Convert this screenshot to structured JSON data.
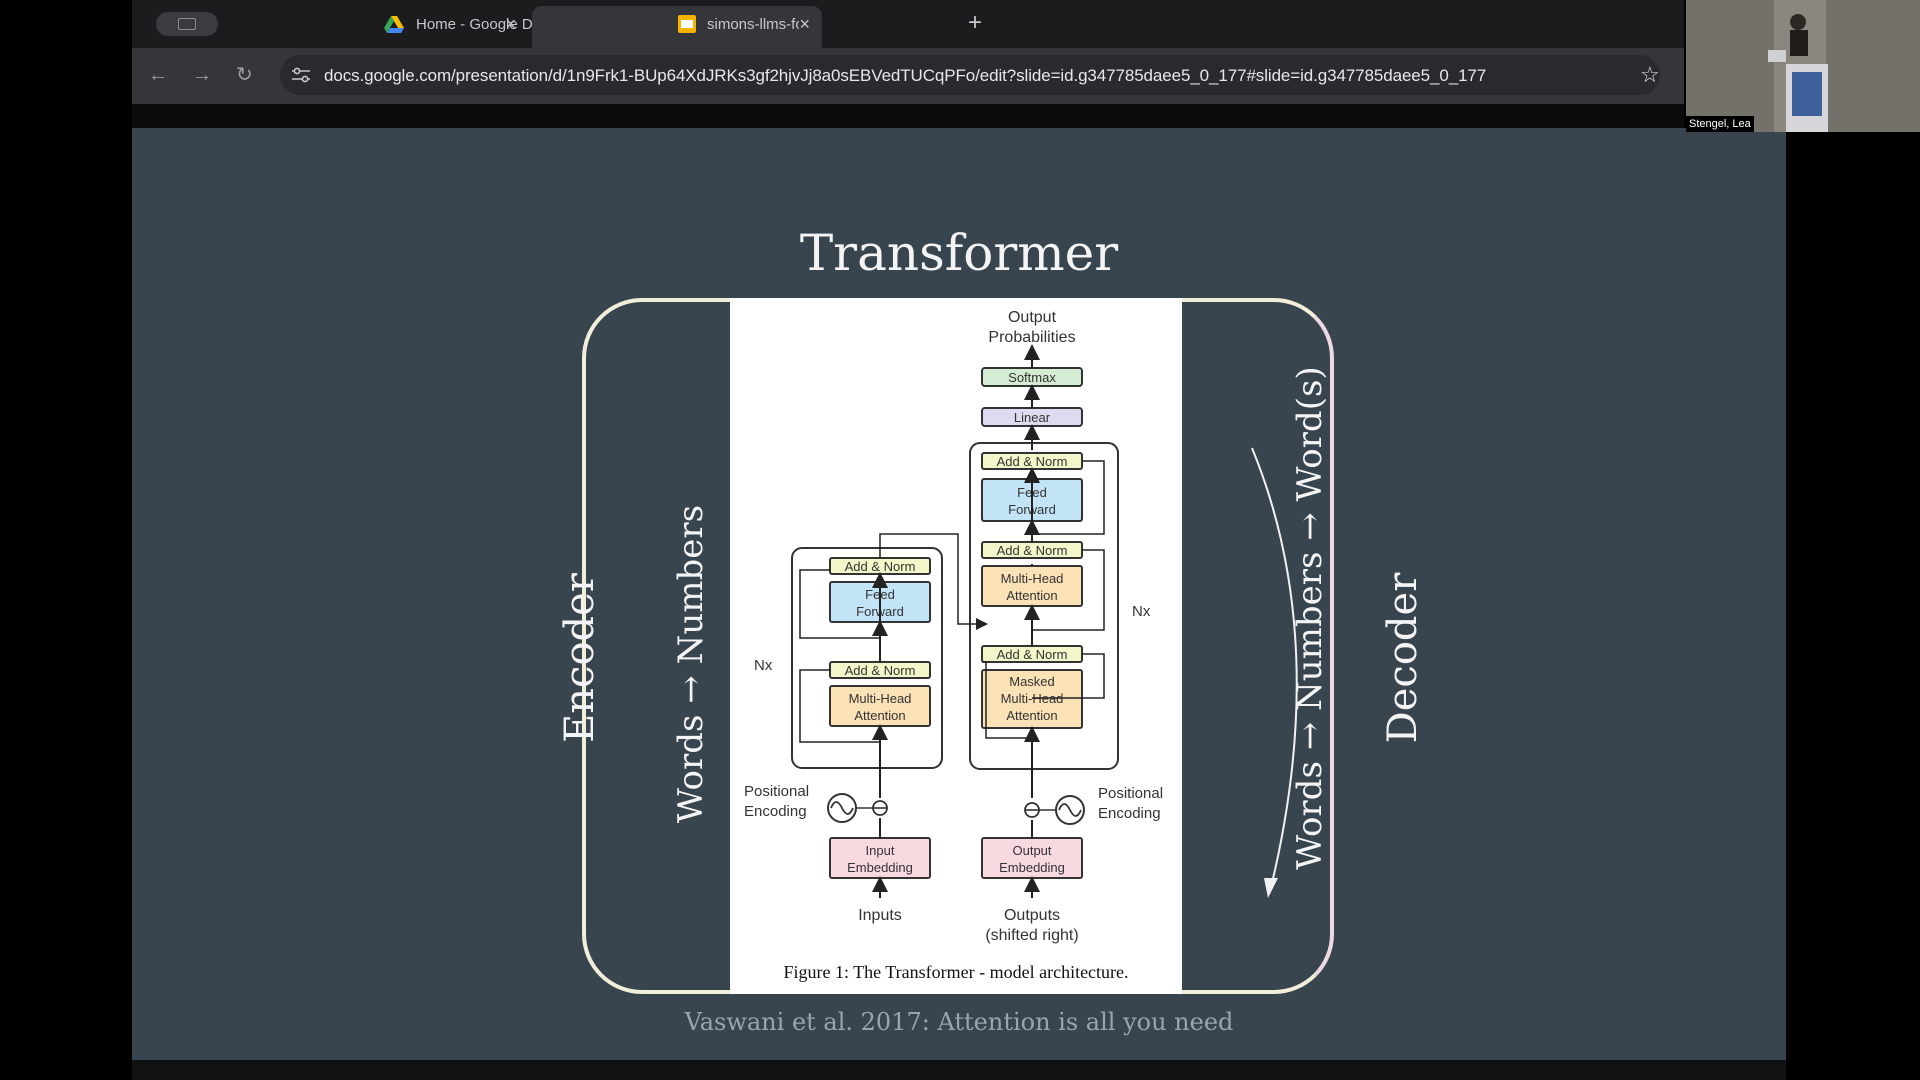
{
  "browser": {
    "tabs": [
      {
        "title": "Home - Google Drive",
        "active": false,
        "icon": "google-drive-icon"
      },
      {
        "title": "simons-llms-for-hpss - Goog",
        "active": true,
        "icon": "google-slides-icon"
      }
    ],
    "close_glyph": "×",
    "new_tab_glyph": "+",
    "url": "docs.google.com/presentation/d/1n9Frk1-BUp64XdJRKs3gf2hjvJj8a0sEBVedTUCqPFo/edit?slide=id.g347785daee5_0_177#slide=id.g347785daee5_0_177"
  },
  "slide": {
    "title": "Transformer",
    "left_label": "Encoder",
    "right_label": "Decoder",
    "left_flow": "Words → Numbers",
    "right_flow": "Words → Numbers → Word(s)",
    "figure": {
      "output_label_1": "Output",
      "output_label_2": "Probabilities",
      "softmax": "Softmax",
      "linear": "Linear",
      "add_norm": "Add & Norm",
      "feed": "Feed",
      "forward": "Forward",
      "multi_head": "Multi-Head",
      "attention": "Attention",
      "masked": "Masked",
      "nx": "Nx",
      "positional": "Positional",
      "encoding": "Encoding",
      "input": "Input",
      "output": "Output",
      "embedding": "Embedding",
      "inputs": "Inputs",
      "outputs": "Outputs",
      "shifted": "(shifted right)",
      "caption": "Figure 1: The Transformer - model architecture."
    },
    "citation": "Vaswani et al. 2017: Attention is all you need"
  },
  "video": {
    "participant_name": "Stengel, Lea"
  },
  "colors": {
    "slide_bg": "#38454f",
    "add_norm": "#f3f6c8",
    "feed_forward": "#c3e4f7",
    "attention": "#fbe1b6",
    "embedding": "#f8d9e0",
    "softmax": "#d4ecd4",
    "linear": "#dedaf0"
  }
}
